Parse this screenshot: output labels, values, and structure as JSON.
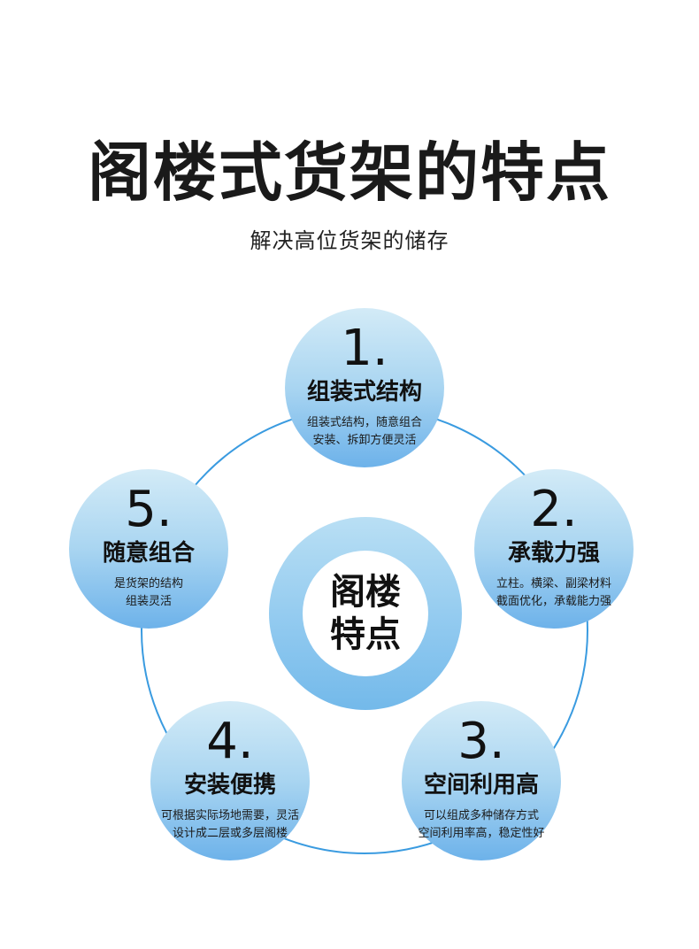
{
  "title": "阁楼式货架的特点",
  "subtitle": "解决高位货架的储存",
  "center": {
    "line1": "阁楼",
    "line2": "特点"
  },
  "features": [
    {
      "num": "1.",
      "title": "组装式结构",
      "desc1": "组装式结构，随意组合",
      "desc2": "安装、拆卸方便灵活"
    },
    {
      "num": "2.",
      "title": "承载力强",
      "desc1": "立柱。横梁、副梁材料",
      "desc2": "截面优化，承载能力强"
    },
    {
      "num": "3.",
      "title": "空间利用高",
      "desc1": "可以组成多种储存方式",
      "desc2": "空间利用率高，稳定性好"
    },
    {
      "num": "4.",
      "title": "安装便携",
      "desc1": "可根据实际场地需要，灵活",
      "desc2": "设计成二层或多层阁楼"
    },
    {
      "num": "5.",
      "title": "随意组合",
      "desc1": "是货架的结构",
      "desc2": "组装灵活"
    }
  ]
}
